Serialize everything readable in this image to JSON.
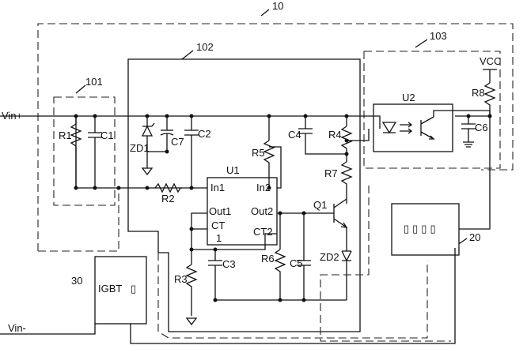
{
  "labels": {
    "block_10": "10",
    "block_101": "101",
    "block_102": "102",
    "block_103": "103",
    "block_20": "20",
    "block_30": "30",
    "vin_plus": "Vin+",
    "vin_minus": "Vin-",
    "vcc": "VCC",
    "r1": "R1",
    "c1": "C1",
    "zd1": "ZD1",
    "c7": "C7",
    "c2": "C2",
    "r5": "R5",
    "c4": "C4",
    "r4": "R4",
    "r7": "R7",
    "u1": "U1",
    "in1": "In1",
    "in2": "In2",
    "out1": "Out1",
    "out2": "Out2",
    "ct": "CT",
    "ct_1": "1",
    "ct2": "CT2",
    "r2": "R2",
    "r6": "R6",
    "c5": "C5",
    "c3": "C3",
    "r3": "R3",
    "q1": "Q1",
    "zd2": "ZD2",
    "u2": "U2",
    "r8": "R8",
    "c6": "C6",
    "igbt": "IGBT",
    "block20_glyphs": "▯▯▯▯",
    "igbt_glyph": "▯"
  }
}
